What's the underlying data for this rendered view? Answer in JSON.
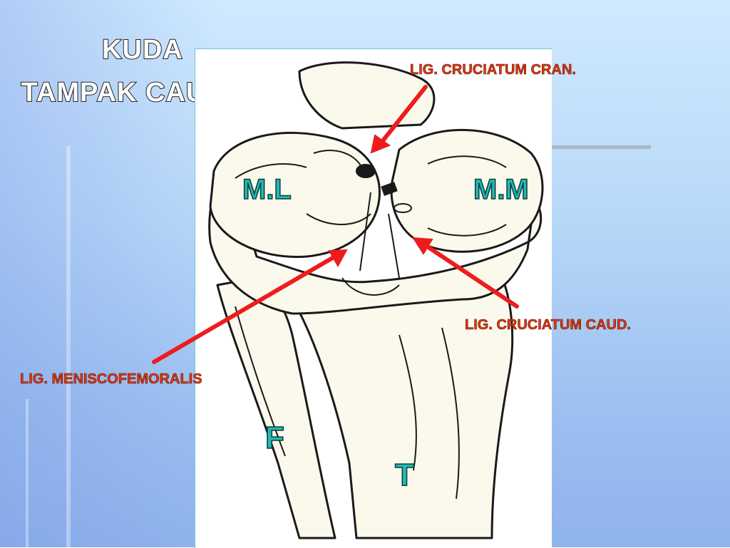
{
  "slide": {
    "title_line1": "KUDA",
    "title_line2": "TAMPAK CAUDAL"
  },
  "labels": {
    "lig_cruciatum_cran": "LIG. CRUCIATUM CRAN.",
    "lig_cruciatum_caud": "LIG. CRUCIATUM CAUD.",
    "lig_meniscofemoralis": "LIG. MENISCOFEMORALIS",
    "meniscus_lateral": "M.L",
    "meniscus_medial": "M.M",
    "fibula": "F",
    "tibia": "T"
  },
  "colors": {
    "arrow": "#ee1c1c",
    "label_text": "#e2380f",
    "teal_text": "#26b8b3"
  }
}
